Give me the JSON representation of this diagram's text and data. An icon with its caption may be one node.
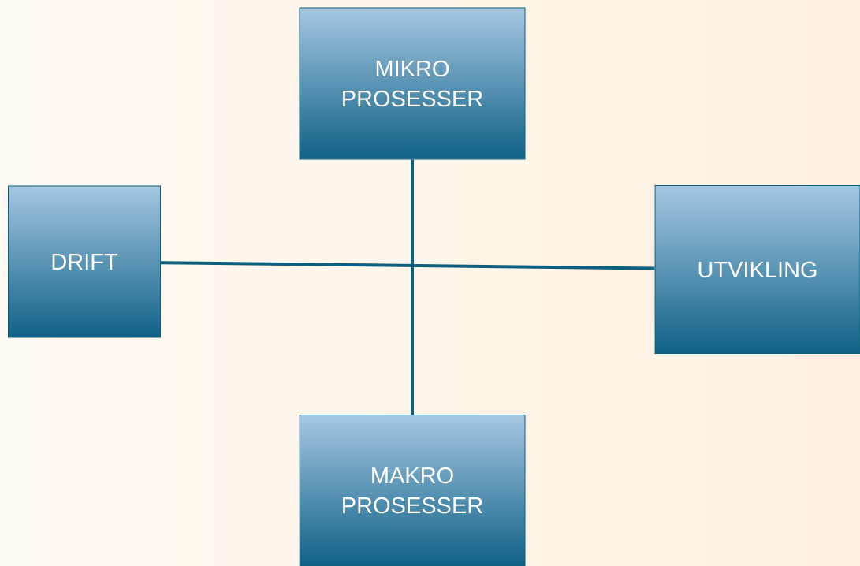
{
  "diagram": {
    "nodes": [
      {
        "text": [
          "MIKRO PROSESSER"
        ]
      },
      {
        "text": [
          "DRIFT"
        ]
      },
      {
        "text": [
          "UTVIKLING"
        ]
      },
      {
        "text": [
          "MAKRO PROSESSER"
        ]
      }
    ],
    "edges": [
      {
        "from": 0,
        "to": 3,
        "arrow": "none"
      },
      {
        "from": 1,
        "to": 2,
        "arrow": "none"
      }
    ]
  }
}
